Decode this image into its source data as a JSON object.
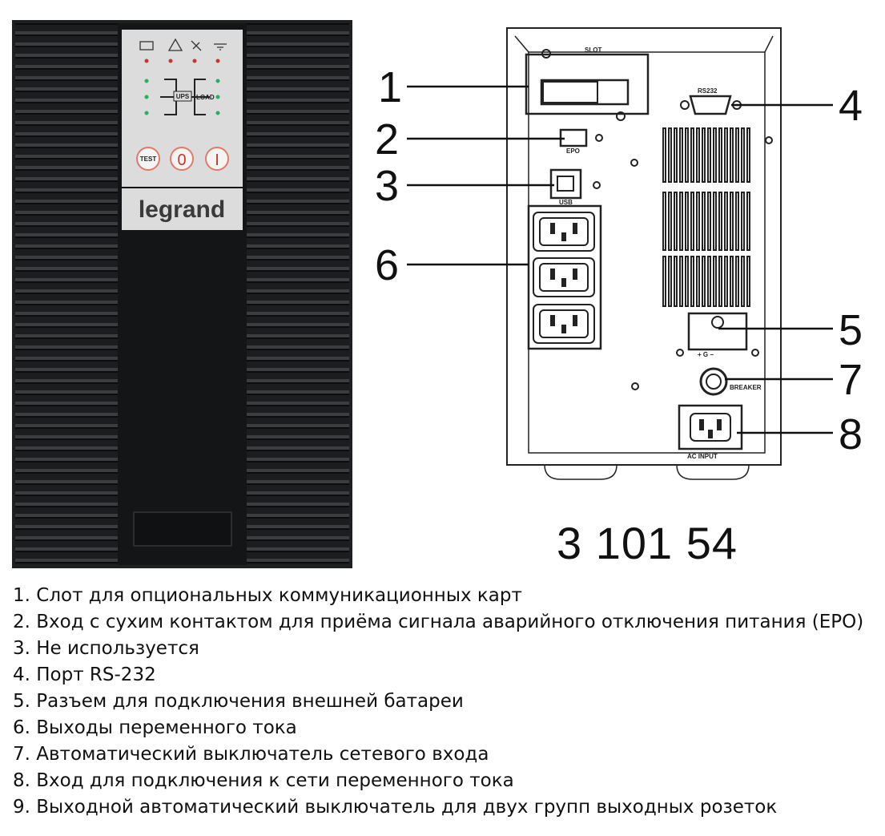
{
  "front": {
    "brand": "legrand",
    "button_test": "TEST",
    "button_off": "0",
    "button_on": "I",
    "panel_ups": "UPS",
    "panel_load": "LOAD"
  },
  "rear": {
    "slot_label": "SLOT",
    "rs232_label": "RS232",
    "epo_label": "EPO",
    "usb_label": "USB",
    "battery_label": "+  G  −",
    "breaker_label": "BREAKER",
    "ac_input_label": "AC INPUT",
    "callouts": [
      "1",
      "2",
      "3",
      "4",
      "5",
      "6",
      "7",
      "8"
    ]
  },
  "model_number": "3 101 54",
  "legend": [
    "1. Слот для опциональных коммуникационных карт",
    "2. Вход с сухим контактом для приёма сигнала аварийного отключения питания (EPO)",
    "3. Не используется",
    "4. Порт RS-232",
    "5. Разъем для подключения внешней батареи",
    "6. Выходы переменного тока",
    "7. Автоматический выключатель сетевого входа",
    "8. Вход для подключения к сети переменного тока",
    "9. Выходной автоматический выключатель для двух групп выходных розеток"
  ]
}
